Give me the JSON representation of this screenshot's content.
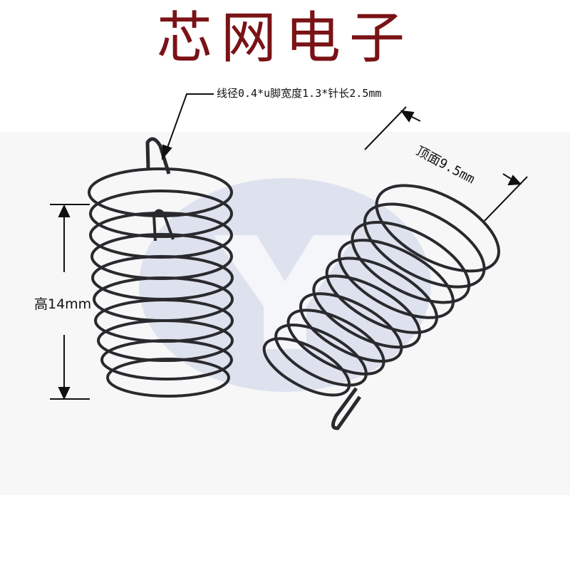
{
  "title": "芯网电子",
  "annotations": {
    "spec": "线径0.4*u脚宽度1.3*针长2.5mm",
    "height": "高14mm",
    "top_diameter": "顶面9.5mm"
  },
  "colors": {
    "title": "#7a1316",
    "watermark": "#c9d1e6",
    "wire": "#2a2a2e",
    "arrow": "#111111"
  },
  "images": {
    "product": "two-conical-compression-springs",
    "watermark": "brand-logo-watermark"
  }
}
